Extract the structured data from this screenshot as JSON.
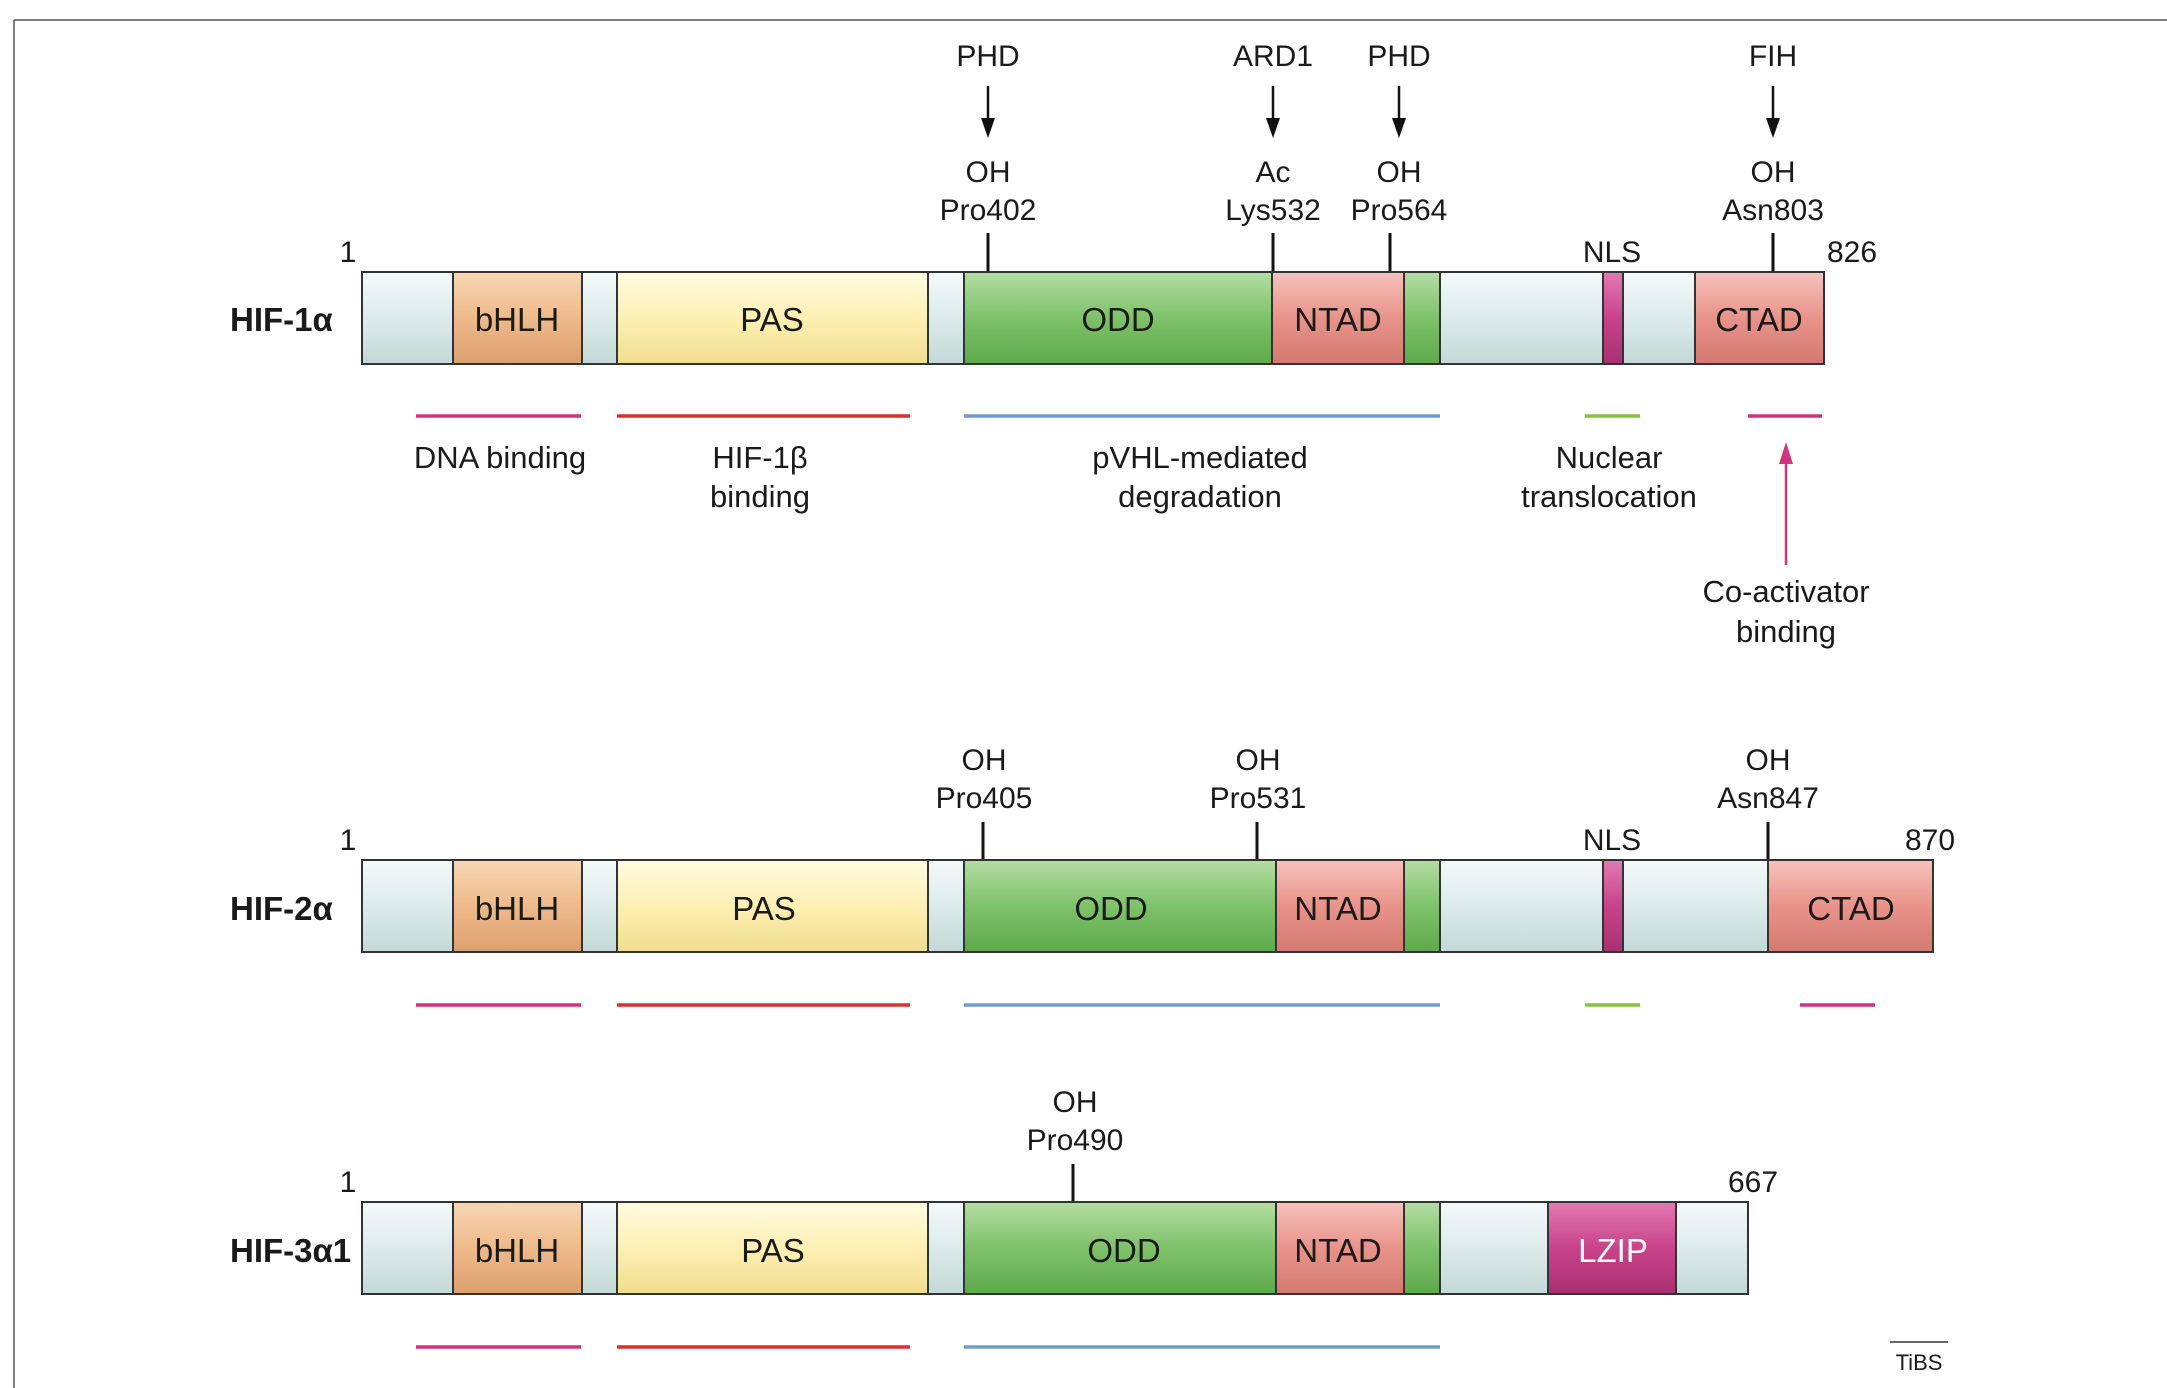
{
  "colors": {
    "linker": "#dcebea",
    "bHLH": "#eeba8a",
    "PAS": "#fdf0b4",
    "ODD": "#7ec26a",
    "NTAD": "#e8938a",
    "CTAD": "#e8938a",
    "NLS": "#c9428a",
    "LZIP": "#c9428a",
    "line_dna": "#d0347c",
    "line_hif1b": "#d9302c",
    "line_pvhl": "#6f9bd2",
    "line_nls": "#86c440",
    "line_coact": "#d0347c",
    "coact_arrow": "#d0347c"
  },
  "proteins": [
    {
      "name": "HIF-1α",
      "start": "1",
      "end": "826",
      "domains": [
        "bHLH",
        "PAS",
        "ODD",
        "NTAD",
        "CTAD"
      ],
      "nls_label": "NLS",
      "sites": [
        {
          "enzyme": "PHD",
          "mod": "OH",
          "residue": "Pro402"
        },
        {
          "enzyme": "ARD1",
          "mod": "Ac",
          "residue": "Lys532"
        },
        {
          "enzyme": "PHD",
          "mod": "OH",
          "residue": "Pro564"
        },
        {
          "enzyme": "FIH",
          "mod": "OH",
          "residue": "Asn803"
        }
      ],
      "functions": {
        "dna": "DNA binding",
        "hif1b": [
          "HIF-1β",
          "binding"
        ],
        "pvhl": [
          "pVHL-mediated",
          "degradation"
        ],
        "nls": [
          "Nuclear",
          "translocation"
        ],
        "coact": [
          "Co-activator",
          "binding"
        ]
      }
    },
    {
      "name": "HIF-2α",
      "start": "1",
      "end": "870",
      "domains": [
        "bHLH",
        "PAS",
        "ODD",
        "NTAD",
        "CTAD"
      ],
      "nls_label": "NLS",
      "sites": [
        {
          "mod": "OH",
          "residue": "Pro405"
        },
        {
          "mod": "OH",
          "residue": "Pro531"
        },
        {
          "mod": "OH",
          "residue": "Asn847"
        }
      ]
    },
    {
      "name": "HIF-3α1",
      "start": "1",
      "end": "667",
      "domains": [
        "bHLH",
        "PAS",
        "ODD",
        "NTAD",
        "LZIP"
      ],
      "sites": [
        {
          "mod": "OH",
          "residue": "Pro490"
        }
      ]
    }
  ],
  "footer": "TiBS"
}
